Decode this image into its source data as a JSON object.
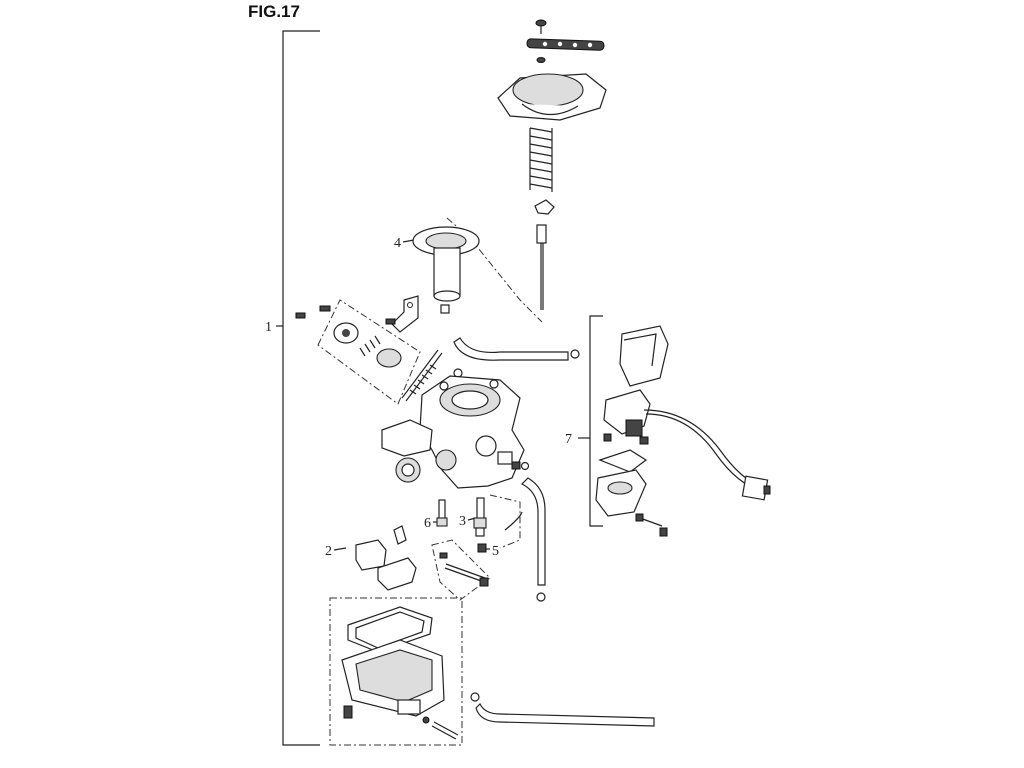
{
  "figure": {
    "title": "FIG.17"
  },
  "callouts": [
    "1",
    "2",
    "3",
    "4",
    "5",
    "6",
    "7"
  ]
}
